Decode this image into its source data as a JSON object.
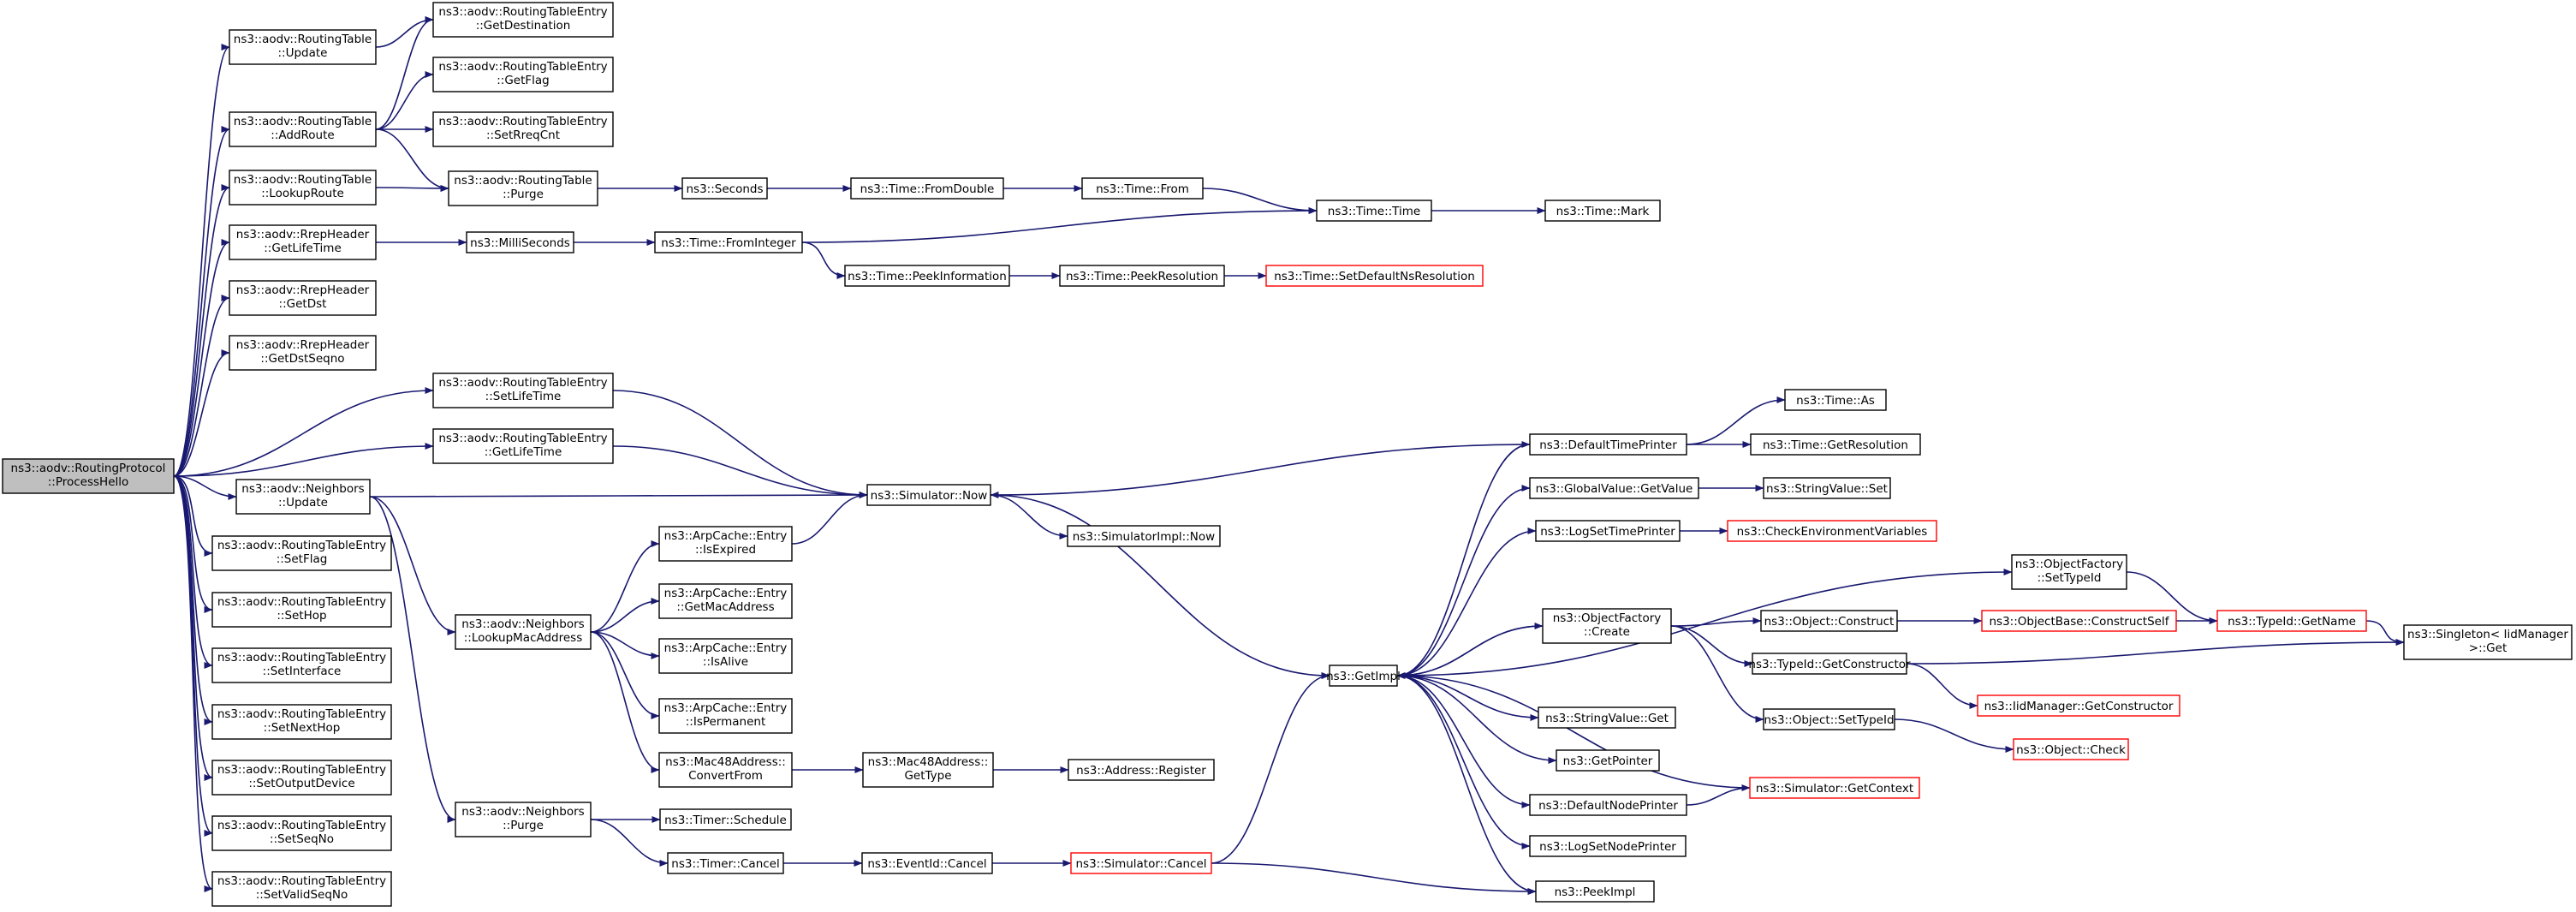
{
  "graph": {
    "kind": "doxygen-call-graph",
    "edge_color": "#191970",
    "truncated_border_color": "#ff0000",
    "root_fill": "#bfbfbf",
    "nodes": {
      "root": [
        "ns3::aodv::RoutingProtocol",
        "::ProcessHello"
      ],
      "rt_update": [
        "ns3::aodv::RoutingTable",
        "::Update"
      ],
      "rt_addroute": [
        "ns3::aodv::RoutingTable",
        "::AddRoute"
      ],
      "rt_lookuproute": [
        "ns3::aodv::RoutingTable",
        "::LookupRoute"
      ],
      "rrep_getlifetime": [
        "ns3::aodv::RrepHeader",
        "::GetLifeTime"
      ],
      "rrep_getdst": [
        "ns3::aodv::RrepHeader",
        "::GetDst"
      ],
      "rrep_getdstseqno": [
        "ns3::aodv::RrepHeader",
        "::GetDstSeqno"
      ],
      "rte_setlifetime": [
        "ns3::aodv::RoutingTableEntry",
        "::SetLifeTime"
      ],
      "rte_getlifetime": [
        "ns3::aodv::RoutingTableEntry",
        "::GetLifeTime"
      ],
      "nb_update": [
        "ns3::aodv::Neighbors",
        "::Update"
      ],
      "rte_setflag": [
        "ns3::aodv::RoutingTableEntry",
        "::SetFlag"
      ],
      "rte_sethop": [
        "ns3::aodv::RoutingTableEntry",
        "::SetHop"
      ],
      "rte_setinterface": [
        "ns3::aodv::RoutingTableEntry",
        "::SetInterface"
      ],
      "rte_setnexthop": [
        "ns3::aodv::RoutingTableEntry",
        "::SetNextHop"
      ],
      "rte_setoutputdevice": [
        "ns3::aodv::RoutingTableEntry",
        "::SetOutputDevice"
      ],
      "rte_setseqno": [
        "ns3::aodv::RoutingTableEntry",
        "::SetSeqNo"
      ],
      "rte_setvalidseqno": [
        "ns3::aodv::RoutingTableEntry",
        "::SetValidSeqNo"
      ],
      "rte_getdestination": [
        "ns3::aodv::RoutingTableEntry",
        "::GetDestination"
      ],
      "rte_getflag": [
        "ns3::aodv::RoutingTableEntry",
        "::GetFlag"
      ],
      "rte_setrreqcnt": [
        "ns3::aodv::RoutingTableEntry",
        "::SetRreqCnt"
      ],
      "rt_purge": [
        "ns3::aodv::RoutingTable",
        "::Purge"
      ],
      "seconds": [
        "ns3::Seconds"
      ],
      "millis": [
        "ns3::MilliSeconds"
      ],
      "fromdouble": [
        "ns3::Time::FromDouble"
      ],
      "fromint": [
        "ns3::Time::FromInteger"
      ],
      "timefrom": [
        "ns3::Time::From"
      ],
      "timetime": [
        "ns3::Time::Time"
      ],
      "timemark": [
        "ns3::Time::Mark"
      ],
      "peekinfo": [
        "ns3::Time::PeekInformation"
      ],
      "peekres": [
        "ns3::Time::PeekResolution"
      ],
      "setdefres": [
        "ns3::Time::SetDefaultNsResolution"
      ],
      "simnow": [
        "ns3::Simulator::Now"
      ],
      "simimplnow": [
        "ns3::SimulatorImpl::Now"
      ],
      "nb_lookupmac": [
        "ns3::aodv::Neighbors",
        "::LookupMacAddress"
      ],
      "nb_purge": [
        "ns3::aodv::Neighbors",
        "::Purge"
      ],
      "arp_isexpired": [
        "ns3::ArpCache::Entry",
        "::IsExpired"
      ],
      "arp_getmac": [
        "ns3::ArpCache::Entry",
        "::GetMacAddress"
      ],
      "arp_isalive": [
        "ns3::ArpCache::Entry",
        "::IsAlive"
      ],
      "arp_isperm": [
        "ns3::ArpCache::Entry",
        "::IsPermanent"
      ],
      "mac_convfrom": [
        "ns3::Mac48Address::",
        "ConvertFrom"
      ],
      "mac_gettype": [
        "ns3::Mac48Address::",
        "GetType"
      ],
      "addr_register": [
        "ns3::Address::Register"
      ],
      "timer_schedule": [
        "ns3::Timer::Schedule"
      ],
      "timer_cancel": [
        "ns3::Timer::Cancel"
      ],
      "eventid_cancel": [
        "ns3::EventId::Cancel"
      ],
      "sim_cancel": [
        "ns3::Simulator::Cancel"
      ],
      "getimpl": [
        "ns3::GetImpl"
      ],
      "peekimpl": [
        "ns3::PeekImpl"
      ],
      "deftimeprinter": [
        "ns3::DefaultTimePrinter"
      ],
      "timeas": [
        "ns3::Time::As"
      ],
      "timegetres": [
        "ns3::Time::GetResolution"
      ],
      "gv_getvalue": [
        "ns3::GlobalValue::GetValue"
      ],
      "sv_set": [
        "ns3::StringValue::Set"
      ],
      "logsettimeprinter": [
        "ns3::LogSetTimePrinter"
      ],
      "checkenv": [
        "ns3::CheckEnvironmentVariables"
      ],
      "of_settypeid": [
        "ns3::ObjectFactory",
        "::SetTypeId"
      ],
      "of_create": [
        "ns3::ObjectFactory",
        "::Create"
      ],
      "obj_construct": [
        "ns3::Object::Construct"
      ],
      "objbase_construct": [
        "ns3::ObjectBase::ConstructSelf"
      ],
      "typeid_getname": [
        "ns3::TypeId::GetName"
      ],
      "singleton_get": [
        "ns3::Singleton< IidManager",
        ">::Get"
      ],
      "typeid_getctor": [
        "ns3::TypeId::GetConstructor"
      ],
      "iid_getctor": [
        "ns3::IidManager::GetConstructor"
      ],
      "obj_settypeid": [
        "ns3::Object::SetTypeId"
      ],
      "obj_check": [
        "ns3::Object::Check"
      ],
      "sv_get": [
        "ns3::StringValue::Get"
      ],
      "getpointer": [
        "ns3::GetPointer"
      ],
      "defnodeprinter": [
        "ns3::DefaultNodePrinter"
      ],
      "sim_getcontext": [
        "ns3::Simulator::GetContext"
      ],
      "logsetnodeprinter": [
        "ns3::LogSetNodePrinter"
      ]
    },
    "truncated": [
      "setdefres",
      "sim_cancel",
      "checkenv",
      "objbase_construct",
      "typeid_getname",
      "iid_getctor",
      "obj_check",
      "sim_getcontext"
    ],
    "edges": [
      [
        "root",
        "rt_update"
      ],
      [
        "root",
        "rt_addroute"
      ],
      [
        "root",
        "rt_lookuproute"
      ],
      [
        "root",
        "rrep_getlifetime"
      ],
      [
        "root",
        "rrep_getdst"
      ],
      [
        "root",
        "rrep_getdstseqno"
      ],
      [
        "root",
        "rte_setlifetime"
      ],
      [
        "root",
        "rte_getlifetime"
      ],
      [
        "root",
        "nb_update"
      ],
      [
        "root",
        "rte_setflag"
      ],
      [
        "root",
        "rte_sethop"
      ],
      [
        "root",
        "rte_setinterface"
      ],
      [
        "root",
        "rte_setnexthop"
      ],
      [
        "root",
        "rte_setoutputdevice"
      ],
      [
        "root",
        "rte_setseqno"
      ],
      [
        "root",
        "rte_setvalidseqno"
      ],
      [
        "rt_update",
        "rte_getdestination"
      ],
      [
        "rt_addroute",
        "rte_getdestination"
      ],
      [
        "rt_addroute",
        "rte_getflag"
      ],
      [
        "rt_addroute",
        "rte_setrreqcnt"
      ],
      [
        "rt_addroute",
        "rt_purge"
      ],
      [
        "rt_lookuproute",
        "rt_purge"
      ],
      [
        "rt_purge",
        "seconds"
      ],
      [
        "seconds",
        "fromdouble"
      ],
      [
        "fromdouble",
        "timefrom"
      ],
      [
        "timefrom",
        "timetime"
      ],
      [
        "timetime",
        "timemark"
      ],
      [
        "rrep_getlifetime",
        "millis"
      ],
      [
        "millis",
        "fromint"
      ],
      [
        "fromint",
        "timetime"
      ],
      [
        "fromint",
        "peekinfo"
      ],
      [
        "peekinfo",
        "peekres"
      ],
      [
        "peekres",
        "setdefres"
      ],
      [
        "rte_setlifetime",
        "simnow"
      ],
      [
        "rte_getlifetime",
        "simnow"
      ],
      [
        "nb_update",
        "simnow"
      ],
      [
        "nb_update",
        "nb_lookupmac"
      ],
      [
        "nb_update",
        "nb_purge"
      ],
      [
        "simnow",
        "simimplnow"
      ],
      [
        "simnow",
        "getimpl"
      ],
      [
        "nb_lookupmac",
        "arp_isexpired"
      ],
      [
        "nb_lookupmac",
        "arp_getmac"
      ],
      [
        "nb_lookupmac",
        "arp_isalive"
      ],
      [
        "nb_lookupmac",
        "arp_isperm"
      ],
      [
        "nb_lookupmac",
        "mac_convfrom"
      ],
      [
        "arp_isexpired",
        "simnow"
      ],
      [
        "mac_convfrom",
        "mac_gettype"
      ],
      [
        "mac_gettype",
        "addr_register"
      ],
      [
        "nb_purge",
        "timer_schedule"
      ],
      [
        "nb_purge",
        "timer_cancel"
      ],
      [
        "timer_cancel",
        "eventid_cancel"
      ],
      [
        "eventid_cancel",
        "sim_cancel"
      ],
      [
        "sim_cancel",
        "getimpl"
      ],
      [
        "sim_cancel",
        "peekimpl"
      ],
      [
        "deftimeprinter",
        "simnow"
      ],
      [
        "deftimeprinter",
        "timeas"
      ],
      [
        "deftimeprinter",
        "timegetres"
      ],
      [
        "getimpl",
        "deftimeprinter"
      ],
      [
        "getimpl",
        "gv_getvalue"
      ],
      [
        "getimpl",
        "logsettimeprinter"
      ],
      [
        "getimpl",
        "of_settypeid"
      ],
      [
        "getimpl",
        "of_create"
      ],
      [
        "getimpl",
        "sv_get"
      ],
      [
        "getimpl",
        "getpointer"
      ],
      [
        "getimpl",
        "defnodeprinter"
      ],
      [
        "getimpl",
        "logsetnodeprinter"
      ],
      [
        "getimpl",
        "peekimpl"
      ],
      [
        "gv_getvalue",
        "sv_set"
      ],
      [
        "logsettimeprinter",
        "checkenv"
      ],
      [
        "of_settypeid",
        "typeid_getname"
      ],
      [
        "of_create",
        "getimpl"
      ],
      [
        "of_create",
        "obj_construct"
      ],
      [
        "of_create",
        "typeid_getctor"
      ],
      [
        "of_create",
        "obj_settypeid"
      ],
      [
        "obj_construct",
        "objbase_construct"
      ],
      [
        "objbase_construct",
        "typeid_getname"
      ],
      [
        "typeid_getname",
        "singleton_get"
      ],
      [
        "typeid_getctor",
        "singleton_get"
      ],
      [
        "typeid_getctor",
        "iid_getctor"
      ],
      [
        "obj_settypeid",
        "obj_check"
      ],
      [
        "defnodeprinter",
        "sim_getcontext"
      ],
      [
        "sim_getcontext",
        "getimpl"
      ]
    ]
  }
}
